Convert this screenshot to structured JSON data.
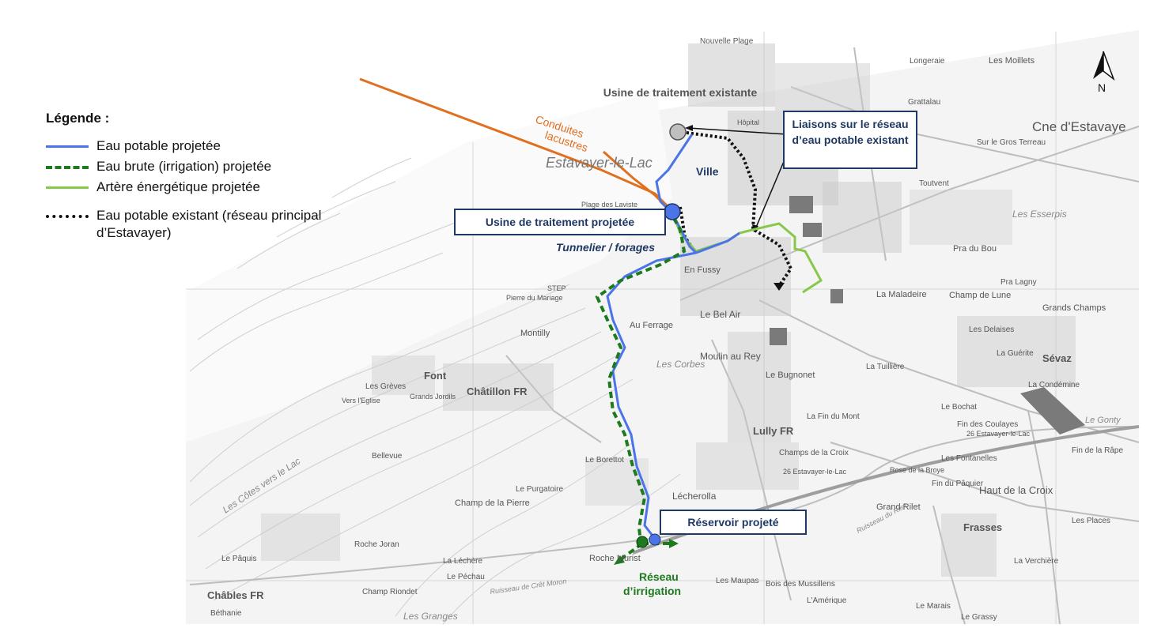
{
  "legend": {
    "title": "Légende :",
    "items": [
      {
        "label": "Eau potable projetée",
        "color": "#4a74e8",
        "style": "solid"
      },
      {
        "label": "Eau brute (irrigation) projetée",
        "color": "#1e7a1e",
        "style": "dashed"
      },
      {
        "label": "Artère énergétique projetée",
        "color": "#86c94a",
        "style": "solid"
      },
      {
        "label": "Eau potable existant (réseau principal d’Estavayer)",
        "color": "#111111",
        "style": "dotted"
      }
    ]
  },
  "callouts": {
    "existing_plant": "Usine de traitement existante",
    "new_plant": "Usine de traitement projetée",
    "links": "Liaisons sur le réseau d’eau potable existant",
    "reservoir": "Réservoir projeté"
  },
  "labels": {
    "conduites": "Conduites lacustres",
    "ville": "Ville",
    "tunnelier": "Tunnelier / forages",
    "irrigation": "Réseau d’irrigation",
    "north": "N"
  },
  "places": {
    "estavayer": "Estavayer-le-Lac",
    "cne": "Cne d'Estavaye",
    "chatillon": "Châtillon FR",
    "font": "Font",
    "lully": "Lully FR",
    "sevaz": "Sévaz",
    "frasses": "Frasses",
    "chables": "Châbles FR",
    "lecherolla": "Lécherolla",
    "haut_croix": "Haut de la Croix",
    "bel_air": "Le Bel Air",
    "en_fussy": "En Fussy",
    "moulin_rey": "Moulin au Rey",
    "au_ferrage": "Au Ferrage",
    "montilly": "Montilly",
    "grand_rilet": "Grand Rilet",
    "gros_terreau": "Sur le Gros Terreau",
    "bugnonet": "Le Bugnonet",
    "grands_champs": "Grands Champs",
    "pra_bou": "Pra du Bou",
    "maladeire": "La Maladeire",
    "champ_lune": "Champ de Lune",
    "nouvelle_plage": "Nouvelle Plage",
    "longeraie": "Longeraie",
    "moillets": "Les Moillets",
    "grattalau": "Grattalau",
    "toutvent": "Toutvent",
    "esserpis": "Les Esserpis",
    "corbes": "Les Corbes",
    "les_greves": "Les Grèves",
    "bellevue": "Bellevue",
    "champ_pierre": "Champ de la Pierre",
    "purgatoire": "Le Purgatoire",
    "roche_murist": "Roche Murist",
    "roche_joran": "Roche Joran",
    "le_paquis": "Le Pâquis",
    "la_lechere": "La Léchère",
    "le_pechau": "Le Péchau",
    "champ_riondet": "Champ Riondet",
    "bethanie": "Béthanie",
    "les_granges": "Les Granges",
    "les_maupas": "Les Maupas",
    "bois_mussillens": "Bois des Mussillens",
    "lamerique": "L'Amérique",
    "le_marais": "Le Marais",
    "le_grassy": "Le Grassy",
    "la_verchiere": "La Verchière",
    "les_places": "Les Places",
    "fin_paquier": "Fin du Pâquier",
    "les_fontanelles": "Les Fontanelles",
    "fin_rape": "Fin de la Râpe",
    "le_gonty": "Le Gonty",
    "la_condemine": "La Condémine",
    "la_guerite": "La Guérite",
    "les_delaises": "Les Delaises",
    "pra_lagny": "Pra Lagny",
    "le_bochat": "Le Bochat",
    "fin_coulayes": "Fin des Coulayes",
    "la_tuilliere": "La Tuillière",
    "fin_mont": "La Fin du Mont",
    "champs_croix": "Champs de la Croix",
    "rose_broye": "Rose de la Broye",
    "route26": "26 Estavayer-le-Lac",
    "hopital": "Hôpital",
    "grands_jordils": "Grands Jordils",
    "vers_eglise": "Vers l'Eglise",
    "cotes_lac": "Les Côtes vers le Lac",
    "pierre_mariage": "Pierre du Mariage",
    "plage_laviste": "Plage des Laviste",
    "le_borettot": "Le Borettot",
    "step": "STEP",
    "ruisseau_rilet": "Ruisseau du Rilet",
    "ruisseau_cret": "Ruisseau de Crêt Moron"
  },
  "colors": {
    "potable": "#4a74e8",
    "irrigation": "#1e7a1e",
    "energy": "#86c94a",
    "existing": "#111111",
    "lake_pipe": "#e07020",
    "callout_border": "#1f3864"
  }
}
